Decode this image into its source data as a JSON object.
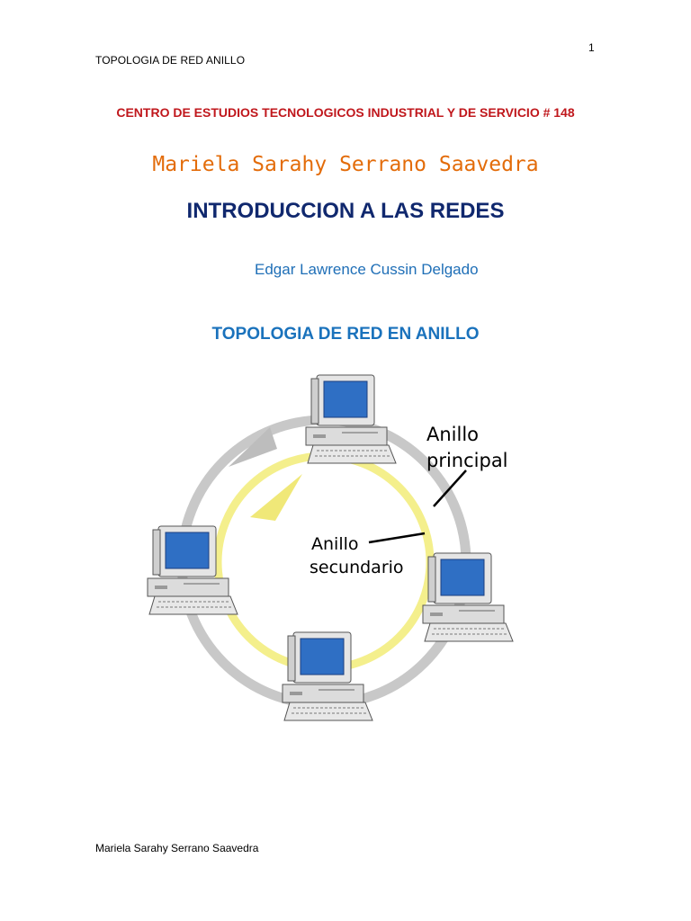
{
  "page_number": "1",
  "running_header": "TOPOLOGIA  DE RED ANILLO",
  "institution": "CENTRO DE ESTUDIOS TECNOLOGICOS INDUSTRIAL Y DE SERVICIO # 148",
  "author": "Mariela Sarahy Serrano Saavedra",
  "course": "INTRODUCCION A LAS REDES",
  "teacher": "Edgar Lawrence Cussin Delgado",
  "topic": "TOPOLOGIA DE RED EN ANILLO",
  "diagram": {
    "primary_ring_label_line1": "Anillo",
    "primary_ring_label_line2": "principal",
    "secondary_ring_label_line1": "Anillo",
    "secondary_ring_label_line2": "secundario",
    "colors": {
      "primary_ring": "#c8c8c8",
      "secondary_ring": "#f4ef8c",
      "computer_body": "#e3e3e3",
      "screen": "#2f6fc4"
    }
  },
  "footer_author": "Mariela Sarahy Serrano Saavedra"
}
